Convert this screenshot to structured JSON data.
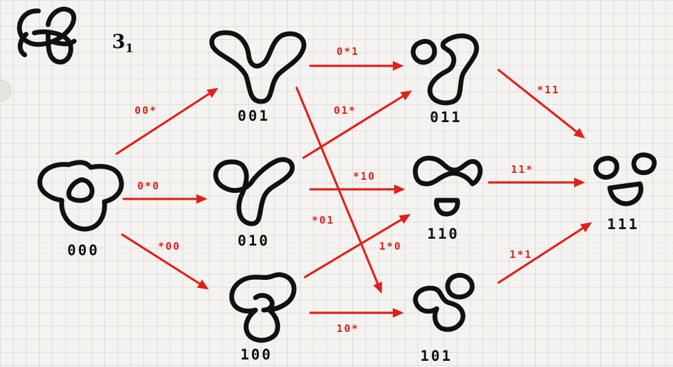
{
  "knot": {
    "name": "3",
    "subscript": "1"
  },
  "nodes": [
    {
      "id": "000",
      "label": "000"
    },
    {
      "id": "001",
      "label": "001"
    },
    {
      "id": "010",
      "label": "010"
    },
    {
      "id": "100",
      "label": "100"
    },
    {
      "id": "011",
      "label": "011"
    },
    {
      "id": "110",
      "label": "110"
    },
    {
      "id": "101",
      "label": "101"
    },
    {
      "id": "111",
      "label": "111"
    }
  ],
  "edges": [
    {
      "from": "000",
      "to": "001",
      "label": "00*"
    },
    {
      "from": "000",
      "to": "010",
      "label": "0*0"
    },
    {
      "from": "000",
      "to": "100",
      "label": "*00"
    },
    {
      "from": "001",
      "to": "011",
      "label": "0*1"
    },
    {
      "from": "001",
      "to": "101",
      "label": "*01"
    },
    {
      "from": "010",
      "to": "011",
      "label": "01*"
    },
    {
      "from": "010",
      "to": "110",
      "label": "*10"
    },
    {
      "from": "100",
      "to": "110",
      "label": "1*0"
    },
    {
      "from": "100",
      "to": "101",
      "label": "10*"
    },
    {
      "from": "011",
      "to": "111",
      "label": "*11"
    },
    {
      "from": "110",
      "to": "111",
      "label": "11*"
    },
    {
      "from": "101",
      "to": "111",
      "label": "1*1"
    }
  ],
  "colors": {
    "arrow": "#e0211a",
    "ink": "#111111",
    "paper": "#f4f3f0"
  }
}
